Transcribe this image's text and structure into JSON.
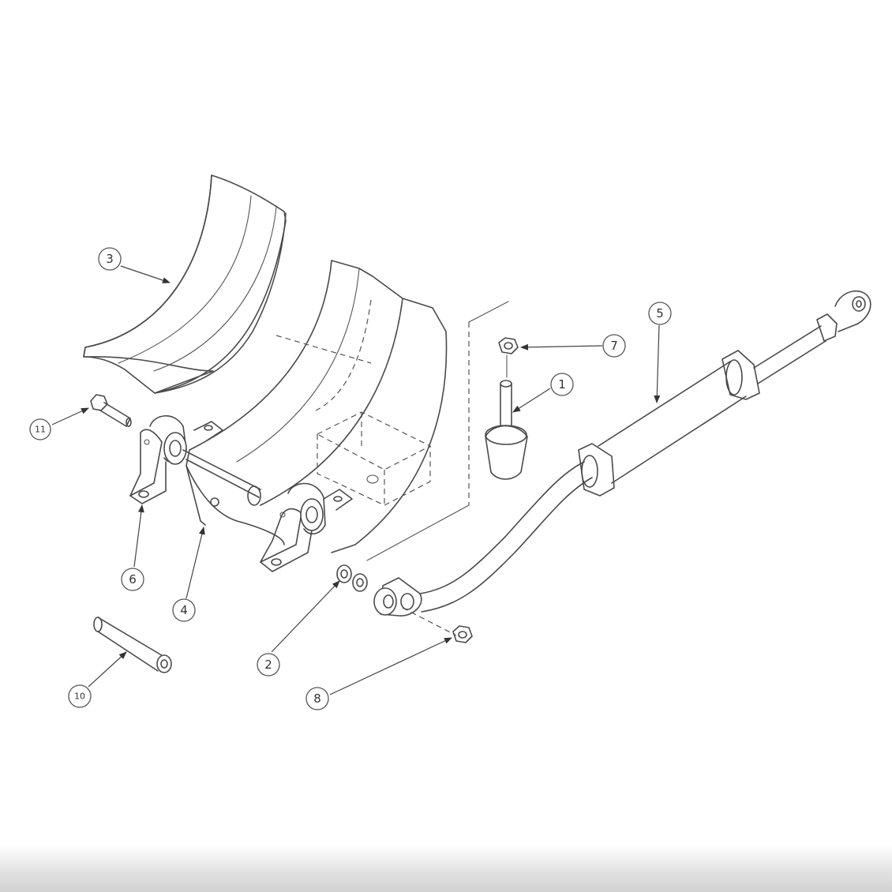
{
  "callouts": [
    {
      "id": "callout-3",
      "label": "3"
    },
    {
      "id": "callout-11",
      "label": "11"
    },
    {
      "id": "callout-6",
      "label": "6"
    },
    {
      "id": "callout-4",
      "label": "4"
    },
    {
      "id": "callout-10",
      "label": "10"
    },
    {
      "id": "callout-2",
      "label": "2"
    },
    {
      "id": "callout-8",
      "label": "8"
    },
    {
      "id": "callout-7",
      "label": "7"
    },
    {
      "id": "callout-1",
      "label": "1"
    },
    {
      "id": "callout-5",
      "label": "5"
    }
  ]
}
